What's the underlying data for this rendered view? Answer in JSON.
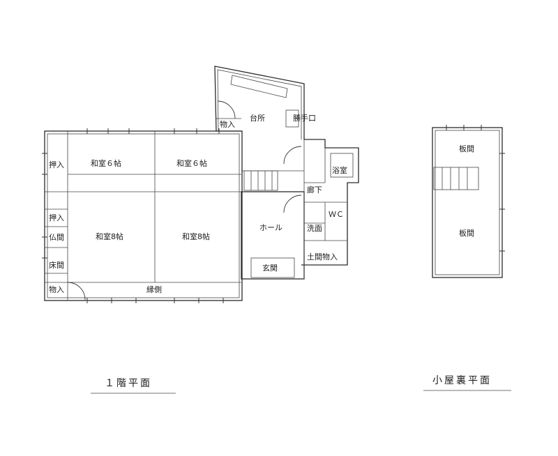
{
  "floor1": {
    "caption": "１階平面",
    "rooms": {
      "kitchen": "台所",
      "service_entrance": "勝手口",
      "storage_kitchen": "物入",
      "washitsu_6a": "和室６帖",
      "washitsu_6b": "和室６帖",
      "oshiire_1": "押入",
      "oshiire_2": "押入",
      "bathroom": "浴室",
      "corridor": "廊下",
      "butsuma": "仏間",
      "washitsu_8a": "和室8帖",
      "washitsu_8b": "和室8帖",
      "hall": "ホール",
      "wc": "ＷＣ",
      "washroom": "洗面",
      "tokonoma": "床間",
      "entrance": "玄関",
      "doma_storage": "土間物入",
      "storage_sw": "物入",
      "engawa": "縁側"
    }
  },
  "attic": {
    "caption": "小屋裏平面",
    "rooms": {
      "board_upper": "板間",
      "board_lower": "板間"
    }
  }
}
